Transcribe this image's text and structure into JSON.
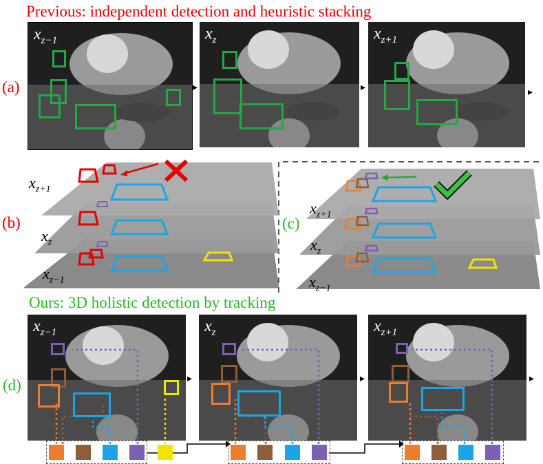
{
  "titles": {
    "previous": "Previous: independent detection and heuristic stacking",
    "ours": "Ours: 3D holistic detection by tracking"
  },
  "labels": {
    "a": "(a)",
    "b": "(b)",
    "c": "(c)",
    "d": "(d)"
  },
  "slices": {
    "prev": {
      "var": "x",
      "sub": "z−1"
    },
    "cur": {
      "var": "x",
      "sub": "z"
    },
    "next": {
      "var": "x",
      "sub": "z+1"
    }
  },
  "colors": {
    "red": "#e60000",
    "green": "#22a845",
    "orange": "#ee7d2d",
    "brown": "#8e5d3a",
    "blue": "#1aa6e6",
    "purple": "#7d5fb3",
    "yellow": "#f2e300"
  },
  "icons": {
    "wrong": "red-x-icon",
    "right": "green-check-icon"
  }
}
